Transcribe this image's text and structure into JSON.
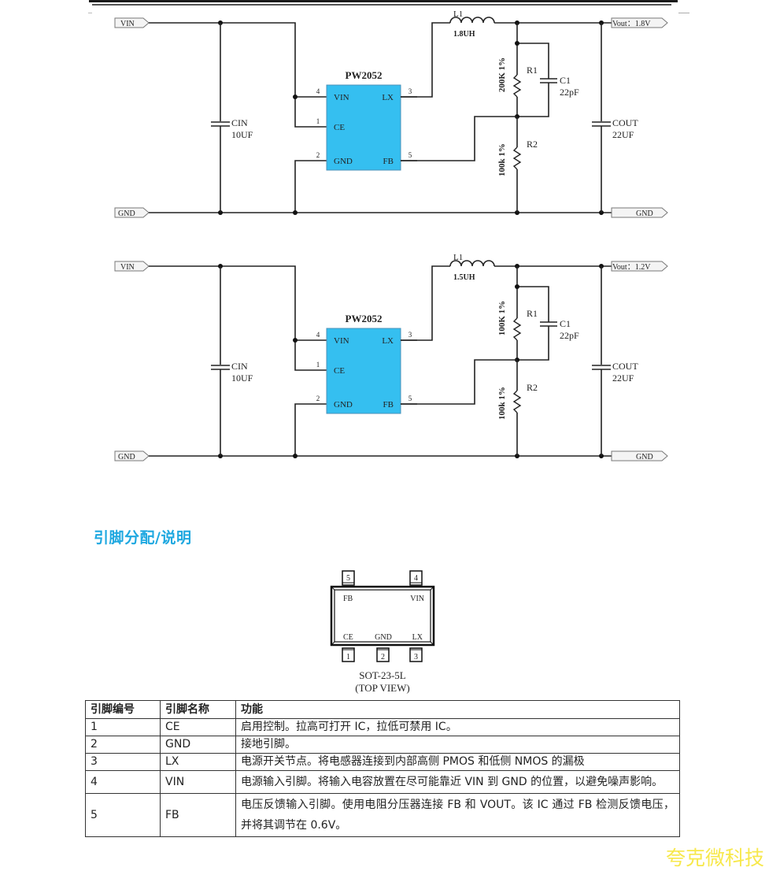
{
  "schematics": [
    {
      "id": "1v8",
      "vin_port": "VIN",
      "gnd_port_left": "GND",
      "gnd_port_right": "GND",
      "vout_port": "Vout：1.8V",
      "ic_name": "PW2052",
      "ic_color": "#35bff0",
      "ic_pins_left": [
        {
          "num": "4",
          "name": "VIN"
        },
        {
          "num": "1",
          "name": "CE"
        },
        {
          "num": "2",
          "name": "GND"
        }
      ],
      "ic_pins_right": [
        {
          "num": "3",
          "name": "LX"
        },
        {
          "num": "5",
          "name": "FB"
        }
      ],
      "cin": {
        "ref": "CIN",
        "value": "10UF"
      },
      "l1": {
        "ref": "L1",
        "value": "1.8UH"
      },
      "r1": {
        "ref": "R1",
        "value": "200K 1%"
      },
      "r2": {
        "ref": "R2",
        "value": "100k 1%"
      },
      "c1": {
        "ref": "C1",
        "value": "22pF"
      },
      "cout": {
        "ref": "COUT",
        "value": "22UF"
      }
    },
    {
      "id": "1v2",
      "vin_port": "VIN",
      "gnd_port_left": "GND",
      "gnd_port_right": "GND",
      "vout_port": "Vout：1.2V",
      "ic_name": "PW2052",
      "ic_color": "#35bff0",
      "ic_pins_left": [
        {
          "num": "4",
          "name": "VIN"
        },
        {
          "num": "1",
          "name": "CE"
        },
        {
          "num": "2",
          "name": "GND"
        }
      ],
      "ic_pins_right": [
        {
          "num": "3",
          "name": "LX"
        },
        {
          "num": "5",
          "name": "FB"
        }
      ],
      "cin": {
        "ref": "CIN",
        "value": "10UF"
      },
      "l1": {
        "ref": "L1",
        "value": "1.5UH"
      },
      "r1": {
        "ref": "R1",
        "value": "100K 1%"
      },
      "r2": {
        "ref": "R2",
        "value": "100k 1%"
      },
      "c1": {
        "ref": "C1",
        "value": "22pF"
      },
      "cout": {
        "ref": "COUT",
        "value": "22UF"
      }
    }
  ],
  "section_title": "引脚分配/说明",
  "package": {
    "top_pins": [
      {
        "num": "5",
        "name": "FB"
      },
      {
        "num": "4",
        "name": "VIN"
      }
    ],
    "bottom_pins": [
      {
        "num": "1",
        "name": "CE"
      },
      {
        "num": "2",
        "name": "GND"
      },
      {
        "num": "3",
        "name": "LX"
      }
    ],
    "name": "SOT-23-5L",
    "view": "(TOP VIEW)"
  },
  "pin_table": {
    "headers": [
      "引脚编号",
      "引脚名称",
      "功能"
    ],
    "rows": [
      {
        "num": "1",
        "name": "CE",
        "function": "启用控制。拉高可打开  IC，拉低可禁用  IC。"
      },
      {
        "num": "2",
        "name": "GND",
        "function": "接地引脚。"
      },
      {
        "num": "3",
        "name": "LX",
        "function": "电源开关节点。将电感器连接到内部高侧 PMOS 和低侧 NMOS 的漏极"
      },
      {
        "num": "4",
        "name": "VIN",
        "function": "电源输入引脚。将输入电容放置在尽可能靠近  VIN  到  GND  的位置，以避免噪声影响。"
      },
      {
        "num": "5",
        "name": "FB",
        "function": "电压反馈输入引脚。使用电阻分压器连接  FB  和  VOUT。该 IC 通过 FB 检测反馈电压，并将其调节在 0.6V。"
      }
    ]
  },
  "watermark": "夸克微科技"
}
